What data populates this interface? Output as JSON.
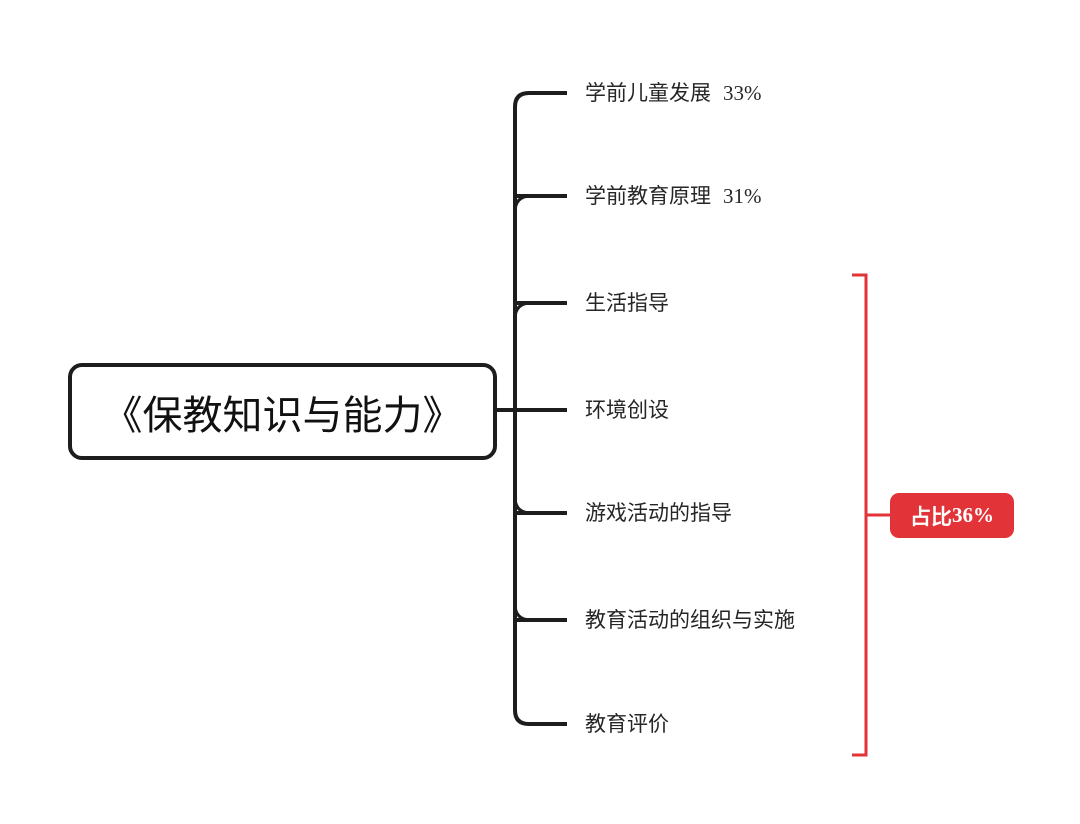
{
  "root": {
    "label": "《保教知识与能力》"
  },
  "branches": [
    {
      "name": "学前儿童发展",
      "value": "33%"
    },
    {
      "name": "学前教育原理",
      "value": "31%"
    },
    {
      "name": "生活指导",
      "value": ""
    },
    {
      "name": "环境创设",
      "value": ""
    },
    {
      "name": "游戏活动的指导",
      "value": ""
    },
    {
      "name": "教育活动的组织与实施",
      "value": ""
    },
    {
      "name": "教育评价",
      "value": ""
    }
  ],
  "group_badge": {
    "prefix": "占比",
    "value": "36%"
  },
  "colors": {
    "line": "#1d1d1d",
    "accent_red": "#e23338",
    "text": "#262626",
    "badge_text": "#ffffff",
    "background": "#ffffff"
  }
}
